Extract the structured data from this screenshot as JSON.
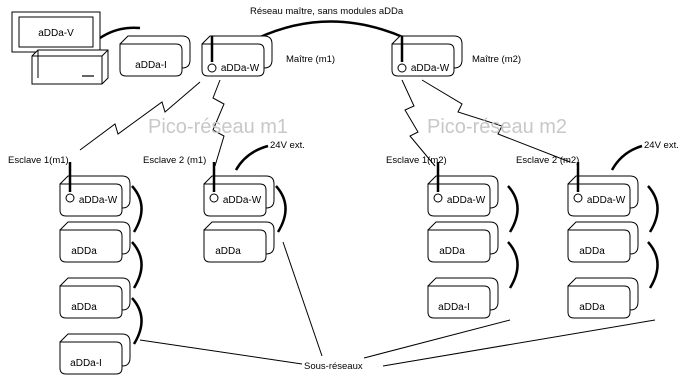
{
  "network_title": "Réseau maître, sans modules aDDa",
  "computer": {
    "label": "aDDa-V"
  },
  "master_modules": {
    "m0": "aDDa-I",
    "m1": "aDDa-W",
    "m2": "aDDa-W"
  },
  "masters": {
    "m1": "Maître (m1)",
    "m2": "Maître (m2)"
  },
  "piconets": {
    "m1": "Pico-réseau m1",
    "m2": "Pico-réseau m2"
  },
  "slaves": {
    "s1m1": "Esclave 1(m1)",
    "s2m1": "Esclave 2 (m1)",
    "s1m2": "Esclave 1(m2)",
    "s2m2": "Esclave 2 (m2)"
  },
  "power": {
    "a": "24V ext.",
    "b": "24V ext."
  },
  "stacks": {
    "s1m1": [
      "aDDa-W",
      "aDDa",
      "aDDa",
      "aDDa-I"
    ],
    "s2m1": [
      "aDDa-W",
      "aDDa"
    ],
    "s1m2": [
      "aDDa-W",
      "aDDa",
      "aDDa-I"
    ],
    "s2m2": [
      "aDDa-W",
      "aDDa",
      "aDDa"
    ]
  },
  "subnets_label": "Sous-réseaux"
}
